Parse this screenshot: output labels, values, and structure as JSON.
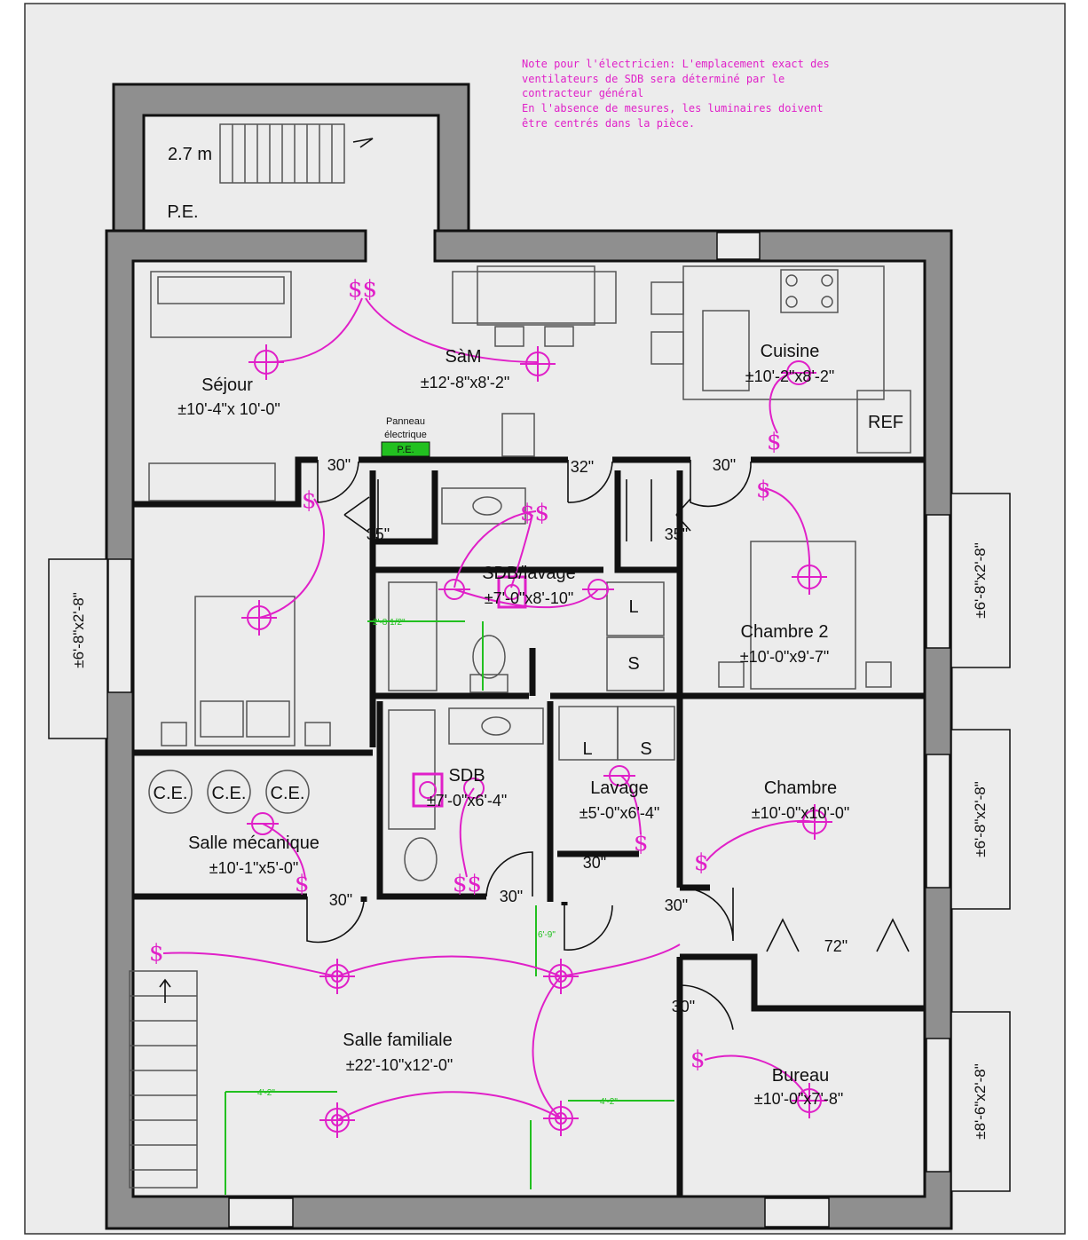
{
  "note": {
    "lines": [
      "Note pour l'électricien: L'emplacement exact des",
      "ventilateurs de SDB sera déterminé par le",
      "contracteur général",
      "En l'absence de mesures, les luminaires doivent",
      "être centrés dans la pièce."
    ],
    "color": "#e020c8"
  },
  "rooms": {
    "landing_height": "2.7 m",
    "landing_pe": "P.E.",
    "sejour": {
      "name": "Séjour",
      "dim": "±10'-4\"x 10'-0\""
    },
    "sam": {
      "name": "SàM",
      "dim": "±12'-8\"x8'-2\""
    },
    "cuisine": {
      "name": "Cuisine",
      "dim": "±10'-2\"x8'-2\""
    },
    "ref": "REF",
    "sdb_lavage": {
      "name": "SDB/lavage",
      "dim": "±7'-0\"x8'-10\""
    },
    "chambre2": {
      "name": "Chambre 2",
      "dim": "±10'-0\"x9'-7\""
    },
    "sdb": {
      "name": "SDB",
      "dim": "±7'-0\"x6'-4\""
    },
    "lavage": {
      "name": "Lavage",
      "dim": "±5'-0\"x6'-4\""
    },
    "chambre": {
      "name": "Chambre",
      "dim": "±10'-0\"x10'-0\""
    },
    "salle_mecanique": {
      "name": "Salle mécanique",
      "dim": "±10'-1\"x5'-0\""
    },
    "salle_familiale": {
      "name": "Salle familiale",
      "dim": "±22'-10\"x12'-0\""
    },
    "bureau": {
      "name": "Bureau",
      "dim": "±10'-0\"x7'-8\""
    }
  },
  "panel": {
    "line1": "Panneau",
    "line2": "électrique",
    "tag": "P.E."
  },
  "equipment": {
    "ce": "C.E.",
    "washer": "L",
    "dryer": "S"
  },
  "doors": {
    "d30_a": "30\"",
    "d35_a": "35\"",
    "d32": "32\"",
    "d30_b": "30\"",
    "d35_b": "35\"",
    "d30_c": "30\"",
    "d30_d": "30\"",
    "d30_e": "30\"",
    "d30_f": "30\"",
    "d72": "72\"",
    "d30_g": "30\""
  },
  "windows": {
    "left": "±6'-8\"x2'-8\"",
    "right1": "±6'-8\"x2'-8\"",
    "right2": "±6'-8\"x2'-8\"",
    "right3": "±8'-6\"x2'-8\""
  },
  "symbols": {
    "switch": "$",
    "double_switch": "$$"
  },
  "green_dims": {
    "g1": "2'-8 1/2\"",
    "g2": "4'-2\"",
    "g3": "4'-2\"",
    "g4": "6'-9\""
  },
  "colors": {
    "electrical": "#e020c8",
    "dimension": "#22c020",
    "wall_fill": "#8f8f8f"
  }
}
